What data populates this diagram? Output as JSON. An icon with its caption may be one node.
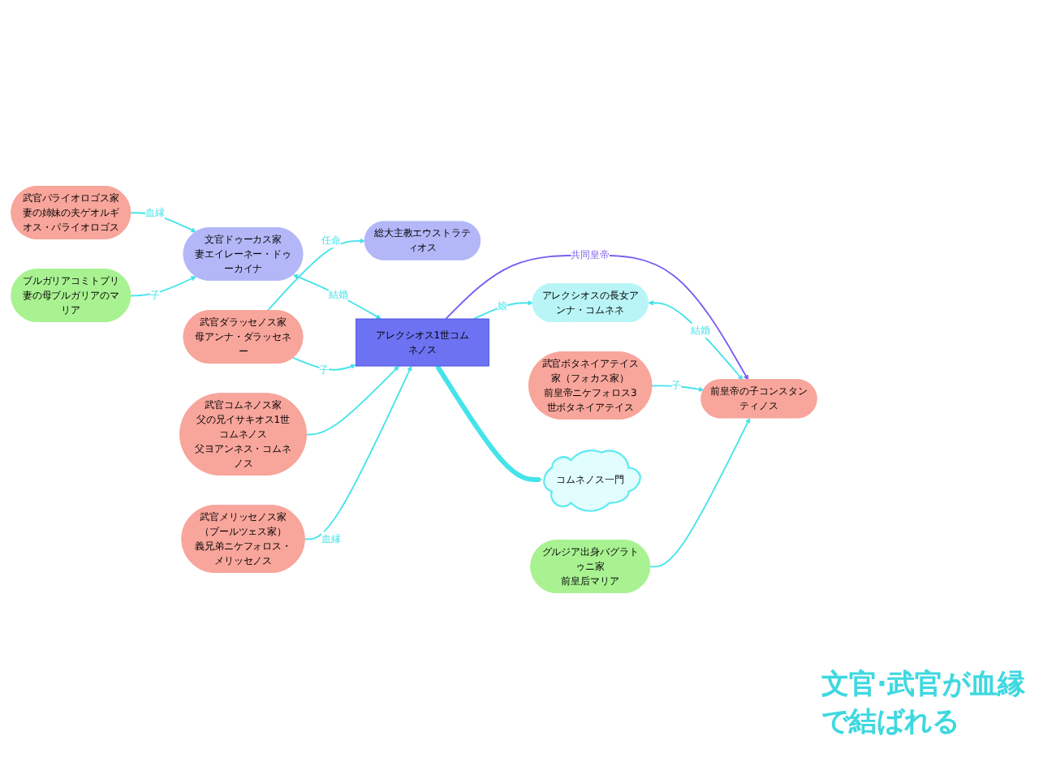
{
  "diagram": {
    "nodes": [
      {
        "text": [
          "武官パライオロゴス家",
          "妻の姉妹の夫ゲオルギオス・パライオロゴス"
        ]
      },
      {
        "text": [
          "文官ドゥーカス家",
          "妻エイレーネー・ドゥーカイナ"
        ]
      },
      {
        "text": [
          "ブルガリアコミトプリ",
          "妻の母ブルガリアのマリア"
        ]
      },
      {
        "text": [
          "武官ダラッセノス家",
          "母アンナ・ダラッセネー"
        ]
      },
      {
        "text": [
          "総大主教エウストラティオス"
        ]
      },
      {
        "text": [
          "武官コムネノス家",
          "父の兄イサキオス1世コムネノス",
          "父ヨアンネス・コムネノス"
        ]
      },
      {
        "text": [
          "武官メリッセノス家（ブールツェス家）",
          "義兄弟ニケフォロス・メリッセノス"
        ]
      },
      {
        "text": [
          "アレクシオス1世コムネノス"
        ]
      },
      {
        "text": [
          "武官ボタネイアテイス家（フォカス家）",
          "前皇帝ニケフォロス3世ボタネイアテイス"
        ]
      },
      {
        "text": [
          "前皇帝の子コンスタンティノス"
        ]
      },
      {
        "text": [
          "グルジア出身バグラトゥニ家",
          "前皇后マリア"
        ]
      },
      {
        "text": [
          "アレクシオスの長女アンナ・コムネネ"
        ]
      },
      {
        "text": [
          "コムネノス一門"
        ]
      }
    ],
    "edges": [
      {
        "from": 0,
        "to": 1,
        "arrow": "to",
        "label": "血縁"
      },
      {
        "from": 2,
        "to": 1,
        "arrow": "to",
        "label": "子"
      },
      {
        "from": 1,
        "to": 7,
        "arrow": "both",
        "label": "結婚"
      },
      {
        "from": 3,
        "to": 7,
        "arrow": "to",
        "label": "子"
      },
      {
        "from": 5,
        "to": 7,
        "arrow": "to"
      },
      {
        "from": 3,
        "to": 4,
        "arrow": "to",
        "label": "任命"
      },
      {
        "from": 6,
        "to": 7,
        "arrow": "to",
        "label": "血縁"
      },
      {
        "from": 7,
        "to": 9,
        "arrow": "to",
        "label": "共同皇帝",
        "color": "#7b5cf0"
      },
      {
        "from": 7,
        "to": 11,
        "arrow": "to",
        "label": "娘"
      },
      {
        "from": 11,
        "to": 9,
        "arrow": "both",
        "label": "結婚"
      },
      {
        "from": 8,
        "to": 9,
        "arrow": "to",
        "label": "子"
      },
      {
        "from": 10,
        "to": 9,
        "arrow": "to"
      },
      {
        "from": 7,
        "to": 12,
        "arrow": "to",
        "style": "thick"
      }
    ],
    "labels": [
      "文官·武官が血縁で結ばれる"
    ]
  }
}
